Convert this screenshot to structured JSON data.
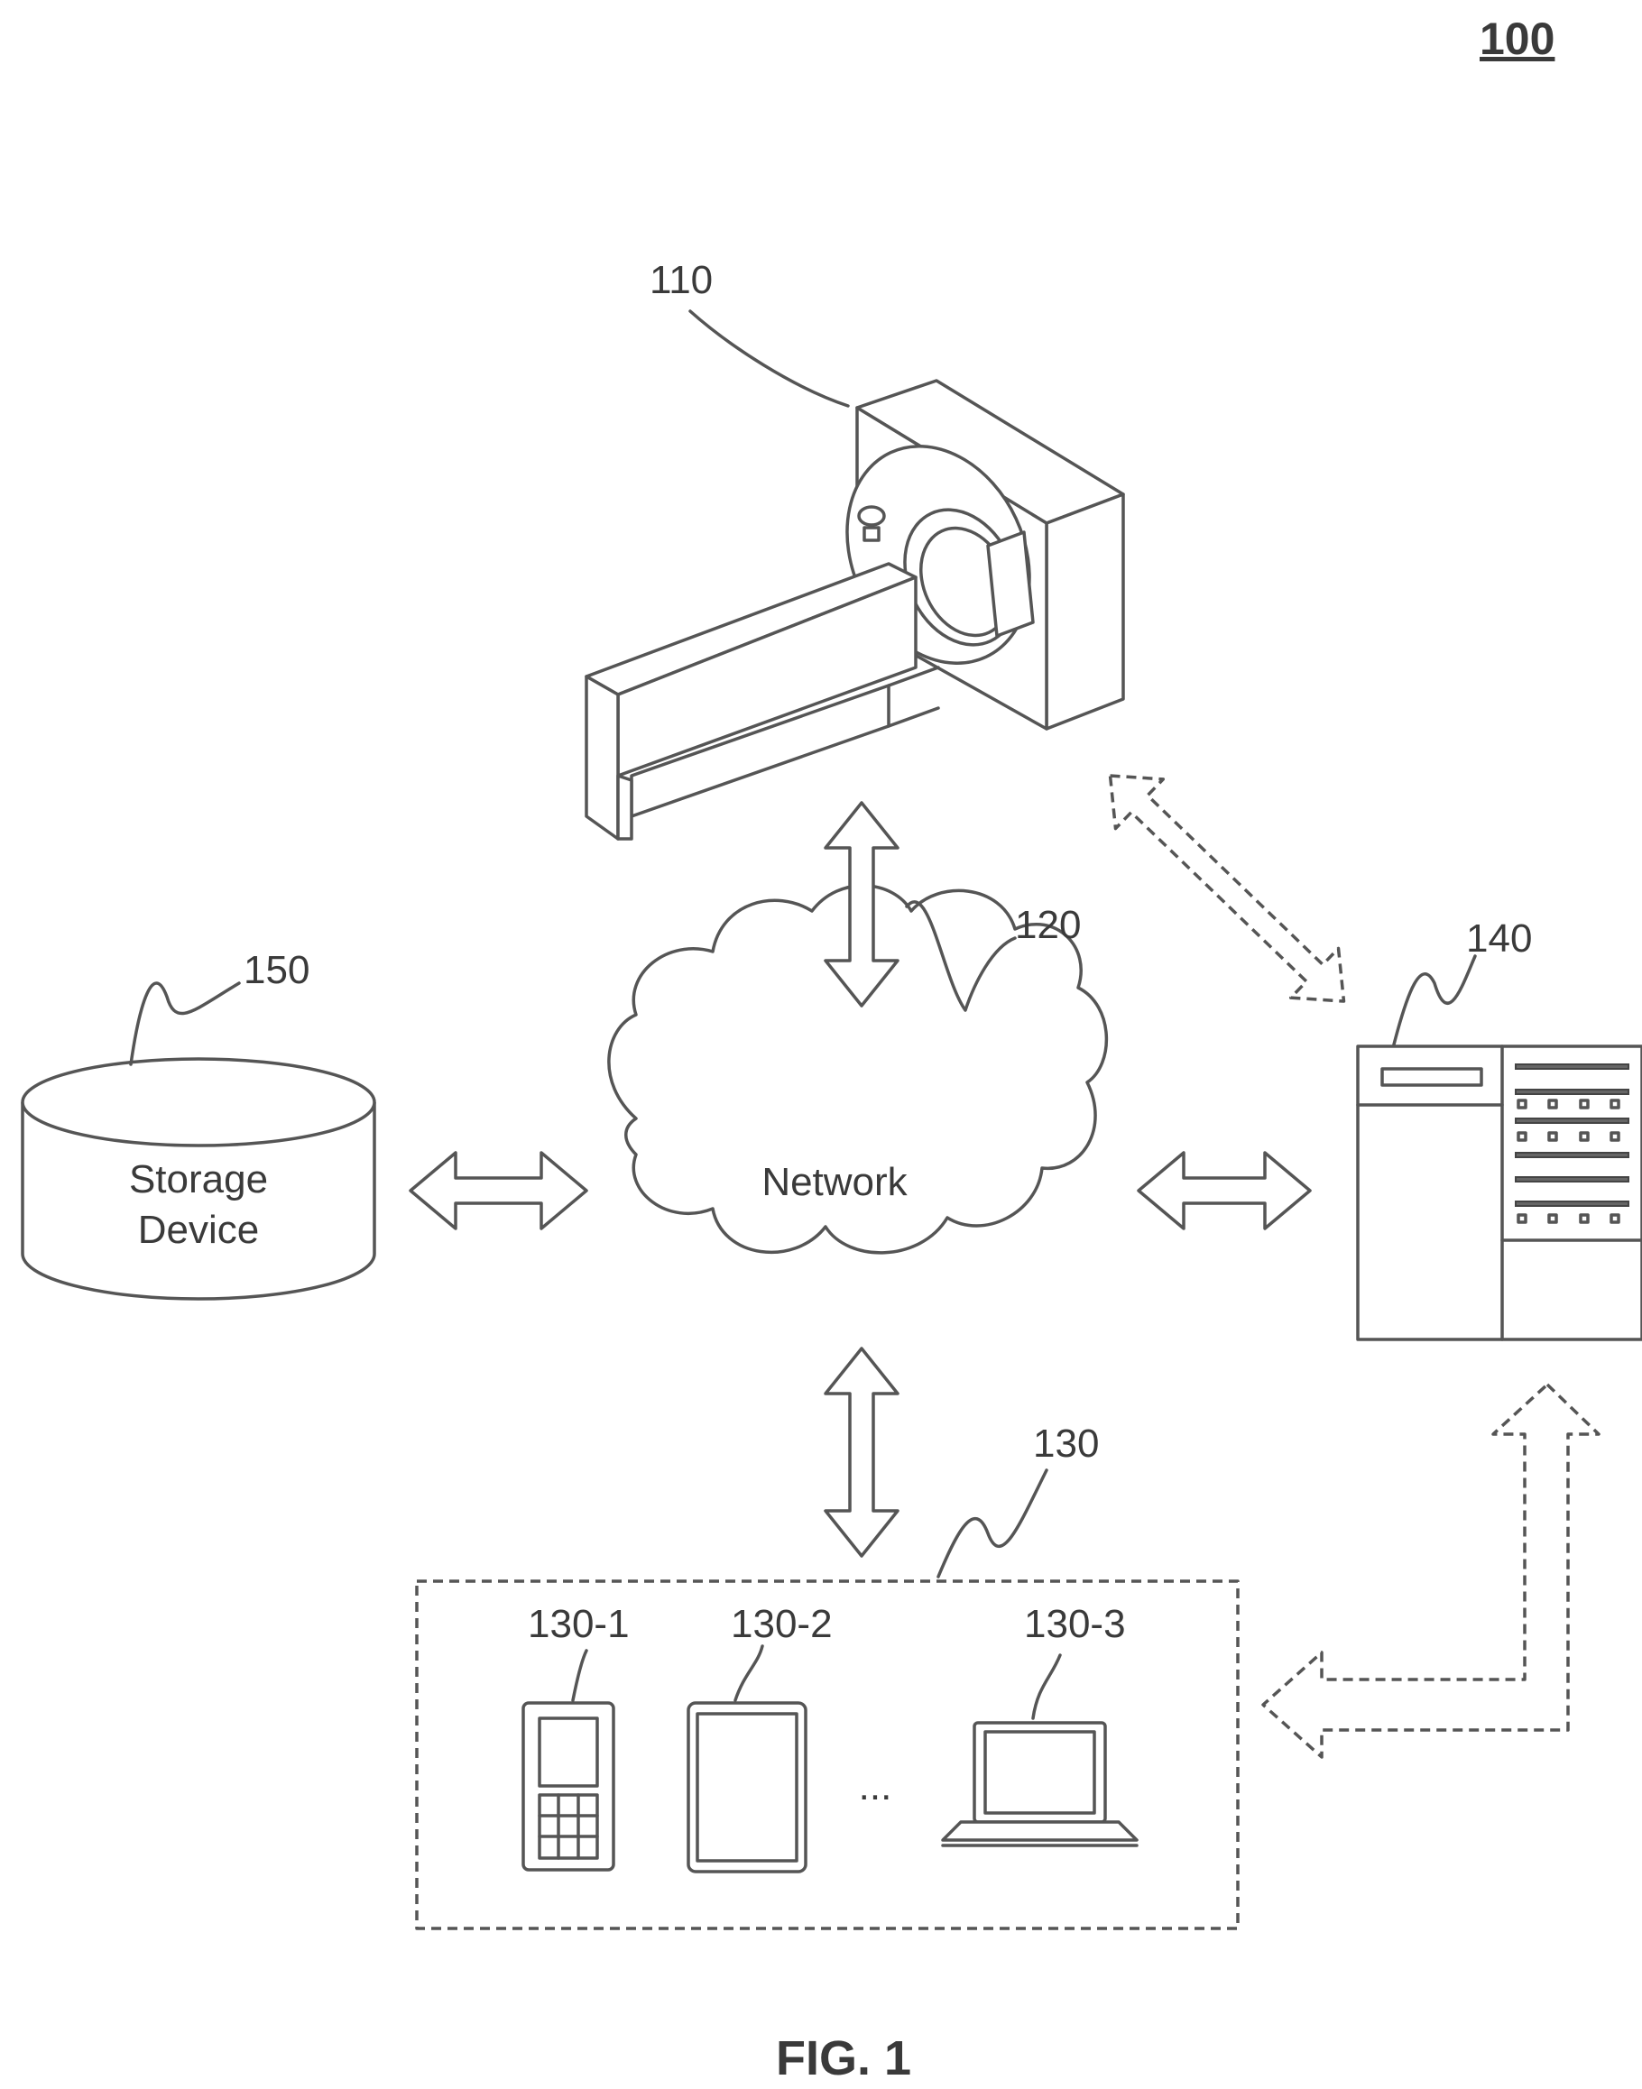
{
  "figure": {
    "number_label": "100",
    "caption": "FIG. 1"
  },
  "components": {
    "scanner": {
      "ref": "110"
    },
    "network": {
      "ref": "120",
      "label": "Network"
    },
    "terminals": {
      "ref": "130",
      "mobile_ref": "130-1",
      "tablet_ref": "130-2",
      "laptop_ref": "130-3",
      "ellipsis": "..."
    },
    "processing_device": {
      "ref": "140"
    },
    "storage": {
      "ref": "150",
      "label_line1": "Storage",
      "label_line2": "Device"
    }
  }
}
